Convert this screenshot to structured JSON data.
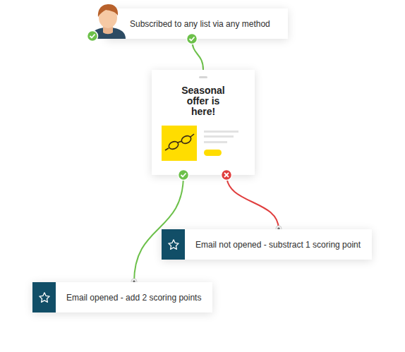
{
  "diagram": {
    "nodes": [
      {
        "text": [
          "Subscribed to any list via any method"
        ]
      },
      {
        "text": [
          "Seasonal offer is here!"
        ]
      },
      {
        "text": [
          "Email not opened - substract 1 scoring point"
        ]
      },
      {
        "text": [
          "Email opened - add 2 scoring points"
        ]
      }
    ],
    "edges": [
      {
        "from": 0,
        "to": 1,
        "arrow": "none"
      },
      {
        "from": 1,
        "to": 3,
        "arrow": "none"
      },
      {
        "from": 1,
        "to": 2,
        "arrow": "none"
      }
    ]
  }
}
